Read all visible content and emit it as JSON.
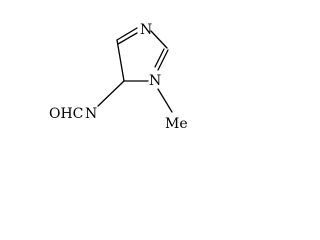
{
  "molecule": {
    "atoms": {
      "ring_n3": "N",
      "ring_n1": "N",
      "amide_nh": "N",
      "formyl": "OHC",
      "methyl": "Me"
    },
    "colors": {
      "ink": "#000000",
      "background": "#ffffff"
    }
  }
}
